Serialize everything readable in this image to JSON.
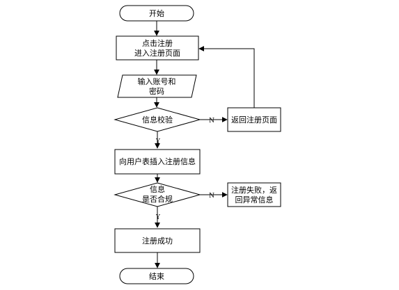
{
  "flowchart": {
    "start": "开始",
    "click_register": {
      "line1": "点击注册",
      "line2": "进入注册页面"
    },
    "input_credentials": {
      "line1": "输入账号和",
      "line2": "密码"
    },
    "info_check": "信息校验",
    "return_register": "返回注册页面",
    "insert_info": "向用户表插入注册信息",
    "compliance_check": {
      "line1": "信息",
      "line2": "是否合规"
    },
    "register_fail": {
      "line1": "注册失败，返",
      "line2": "回异常信息"
    },
    "register_success": "注册成功",
    "end": "结束",
    "yes_label_1": "Y",
    "no_label_1": "N",
    "yes_label_2": "Y",
    "no_label_2": "N"
  }
}
